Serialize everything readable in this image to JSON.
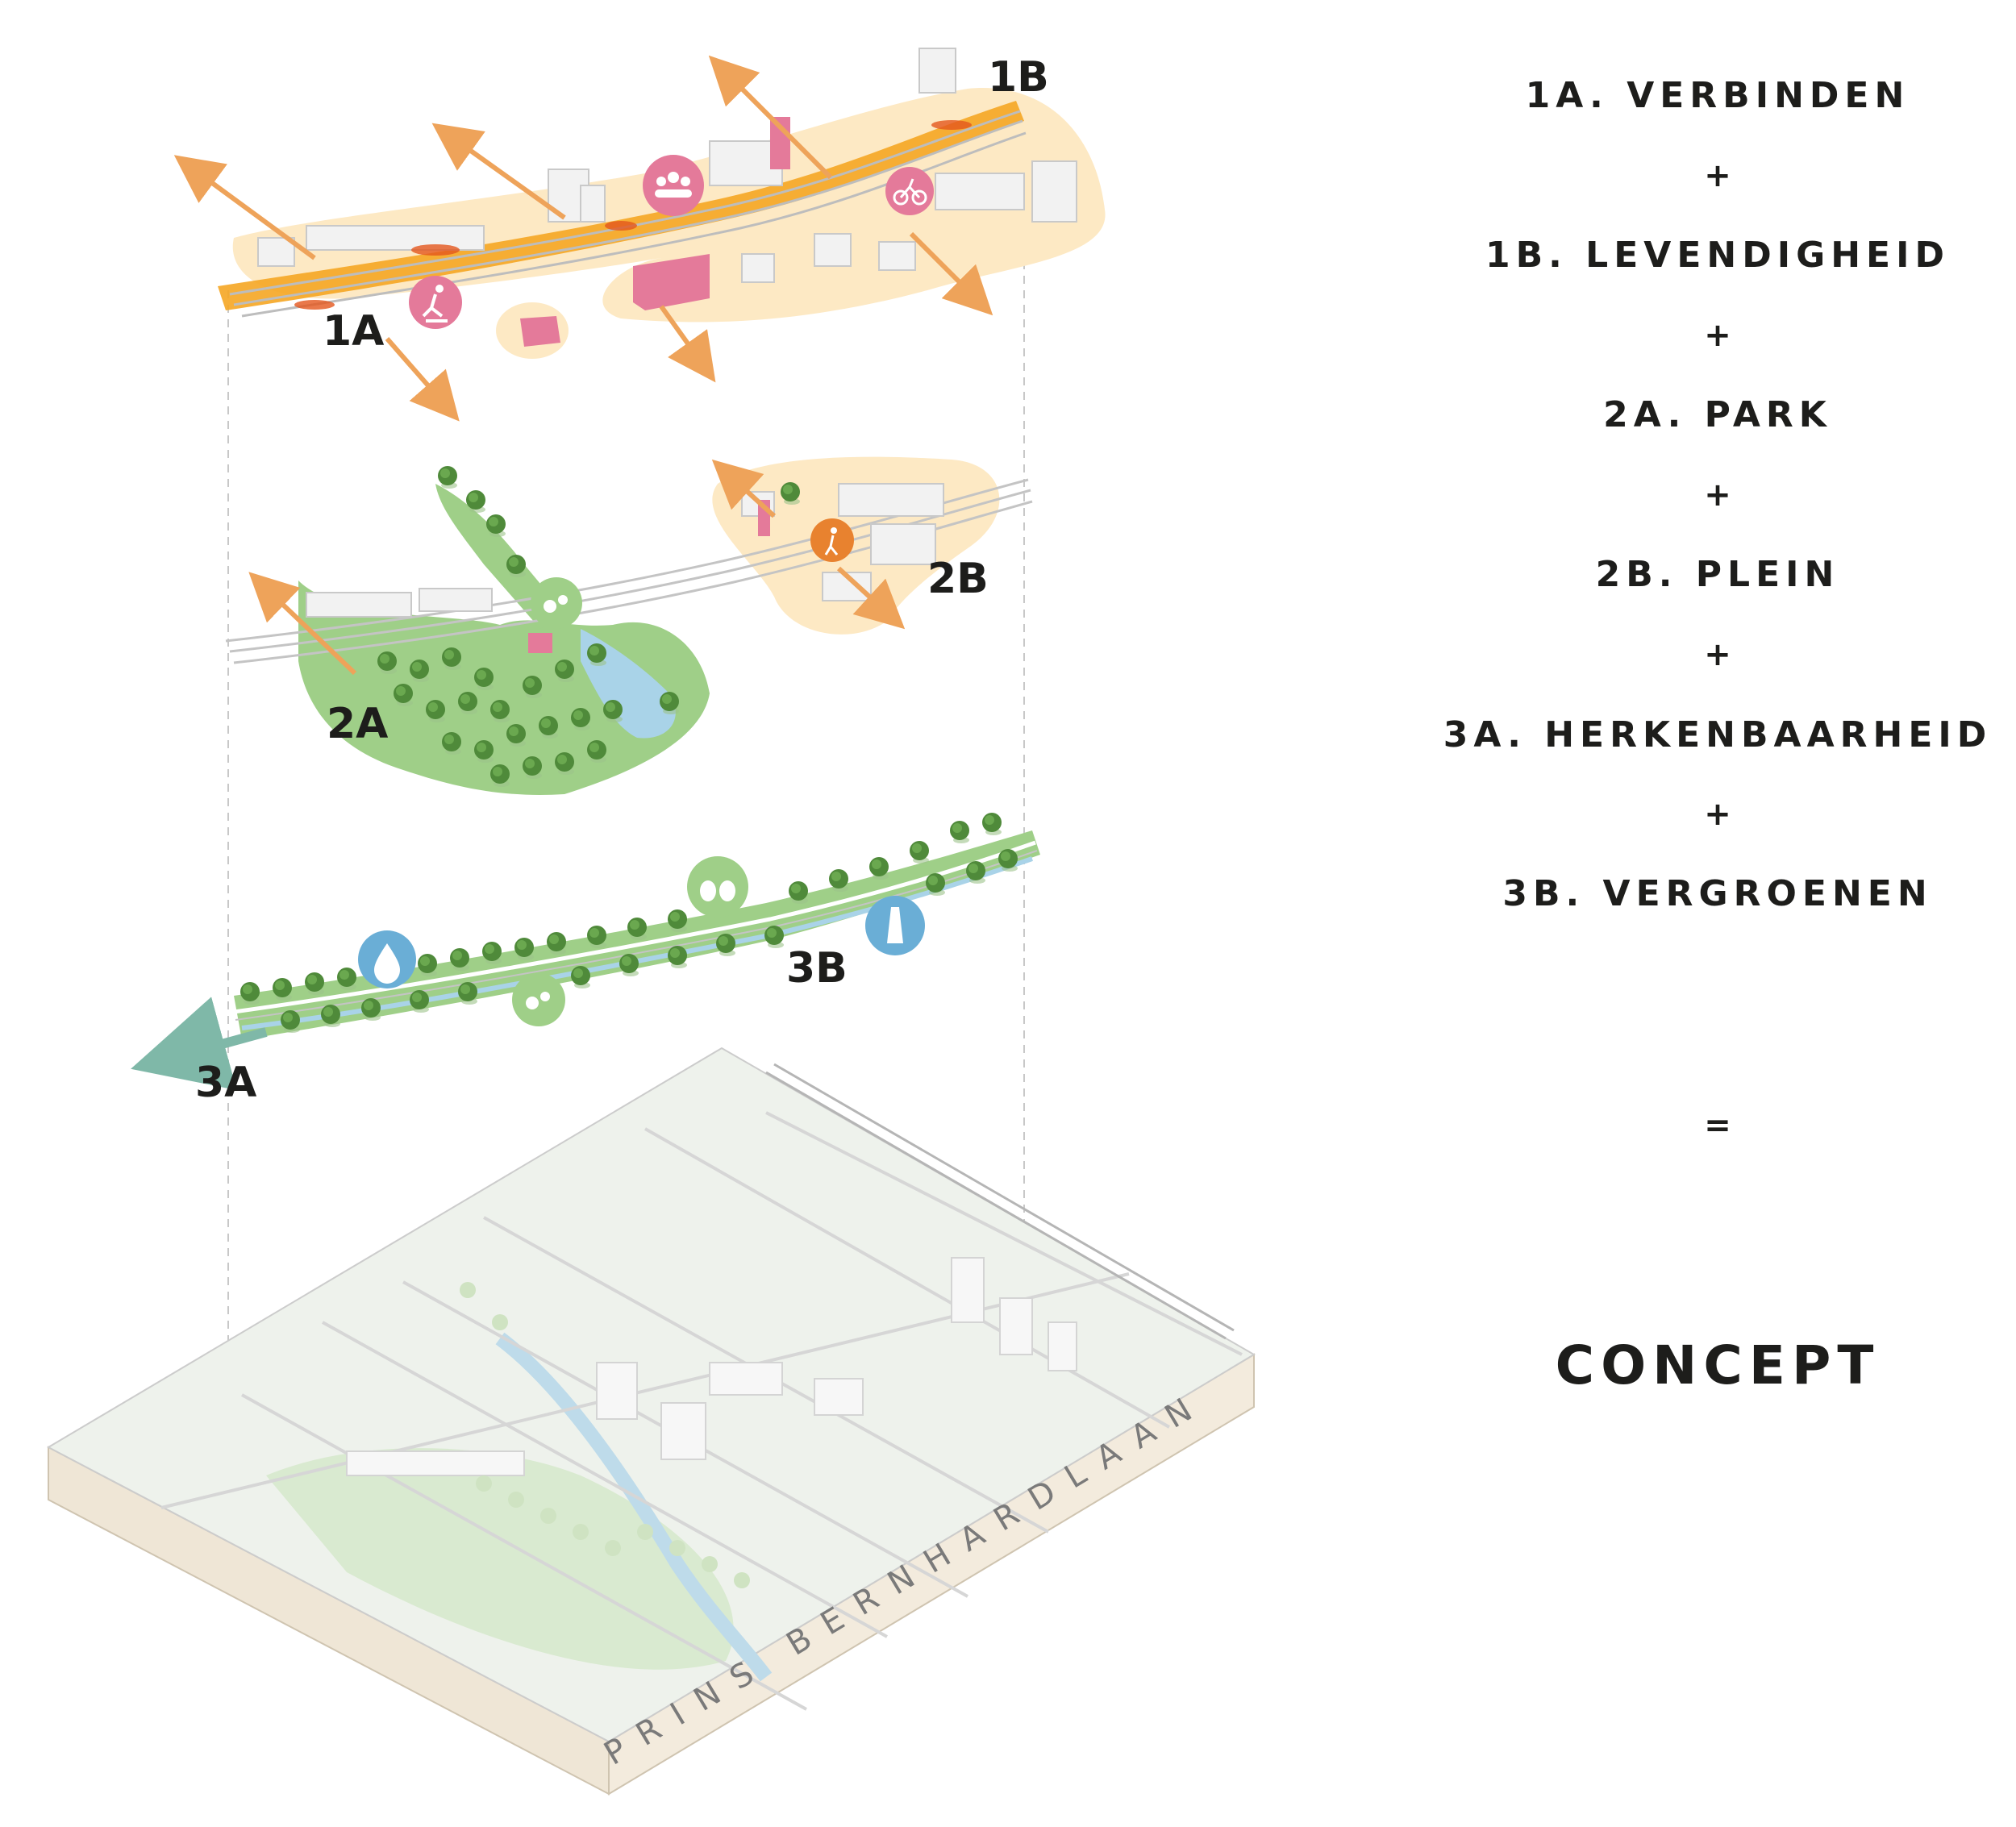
{
  "layers": [
    {
      "label": "1A"
    },
    {
      "label": "1B"
    },
    {
      "label": "2A"
    },
    {
      "label": "2B"
    },
    {
      "label": "3A"
    },
    {
      "label": "3B"
    }
  ],
  "base_map": {
    "street_name": "PRINS BERNHARDLAAN"
  },
  "legend": {
    "items": [
      "1A. VERBINDEN",
      "1B. LEVENDIGHEID",
      "2A. PARK",
      "2B. PLEIN",
      "3A. HERKENBAARHEID",
      "3B. VERGROENEN"
    ],
    "plus": "+",
    "equals": "=",
    "result": "CONCEPT"
  },
  "colors": {
    "road_orange": "#f5a623",
    "zone_beige": "#fde9c4",
    "pink_buildings": "#e47a9a",
    "green_park": "#9fcf88",
    "tree_green": "#4f8a3a",
    "water_blue": "#a9d3e8",
    "icon_blue": "#6aaed6",
    "arrow_orange": "#eea35a",
    "map_base": "#eef2ec"
  },
  "icons": [
    "skater-icon",
    "group-icon",
    "cyclist-icon",
    "pedestrian-icon",
    "bees-icon",
    "trees-icon",
    "water-drop-icon",
    "road-icon"
  ]
}
